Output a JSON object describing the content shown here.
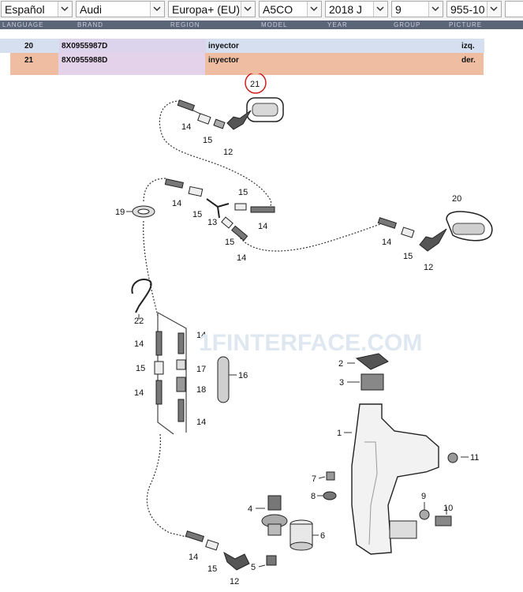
{
  "selectors": [
    {
      "name": "language-select",
      "value": "Español"
    },
    {
      "name": "brand-select",
      "value": "Audi"
    },
    {
      "name": "region-select",
      "value": "Europa+ (EU)"
    },
    {
      "name": "model-select",
      "value": "A5CO"
    },
    {
      "name": "year-select",
      "value": "2018  J"
    },
    {
      "name": "group-select",
      "value": "9"
    },
    {
      "name": "picture-select",
      "value": "955-10"
    }
  ],
  "headers": {
    "language": "LANGUAGE",
    "brand": "BRAND",
    "region": "REGION",
    "model": "MODEL",
    "year": "YEAR",
    "group": "GROUP",
    "picture": "PICTURE"
  },
  "parts": [
    {
      "pos": "20",
      "part_no": "8X0955987D",
      "desc": "inyector",
      "note": "izq."
    },
    {
      "pos": "21",
      "part_no": "8X0955988D",
      "desc": "inyector",
      "note": "der."
    }
  ],
  "diagram": {
    "watermark": "1FINTERFACE.COM",
    "callouts": {
      "c21": "21",
      "c20": "20",
      "c19": "19",
      "c22": "22",
      "c16": "16",
      "c17": "17",
      "c18": "18",
      "c13": "13",
      "c12": "12",
      "c15": "15",
      "c14": "14",
      "c1": "1",
      "c2": "2",
      "c3": "3",
      "c4": "4",
      "c5": "5",
      "c6": "6",
      "c7": "7",
      "c8": "8",
      "c9": "9",
      "c10": "10",
      "c11": "11"
    }
  }
}
